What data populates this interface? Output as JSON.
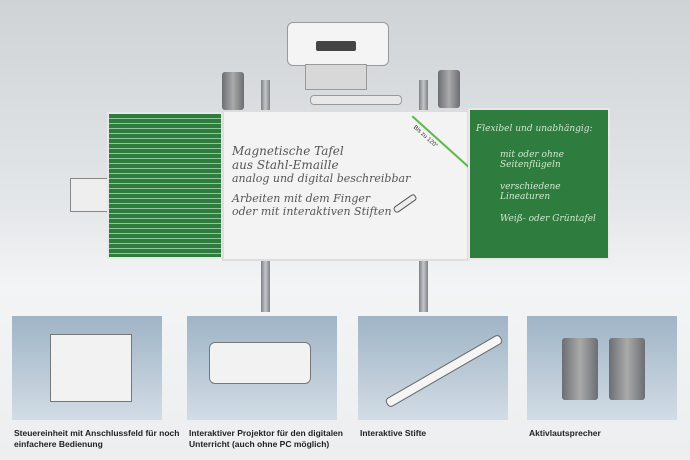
{
  "board": {
    "center_lines": [
      "Magnetische Tafel",
      "aus Stahl-Emaille",
      "analog und digital beschreibbar",
      "Arbeiten mit dem Finger",
      "oder mit interaktiven Stiften"
    ],
    "angle_label": "Bis zu 120°",
    "right_heading": "Flexibel und unabhängig:",
    "right_bullets": [
      "mit oder ohne Seitenflügeln",
      "verschiedene Lineaturen",
      "Weiß- oder Grüntafel"
    ]
  },
  "features": [
    {
      "caption": "Steuereinheit mit Anschlussfeld für noch einfachere Bedienung"
    },
    {
      "caption": "Interaktiver Projektor für den digitalen Unterricht (auch ohne PC möglich)"
    },
    {
      "caption": "Interaktive Stifte"
    },
    {
      "caption": "Aktivlautsprecher"
    }
  ],
  "colors": {
    "board_green": "#2f7d3e",
    "accent_green": "#5cb84a"
  }
}
